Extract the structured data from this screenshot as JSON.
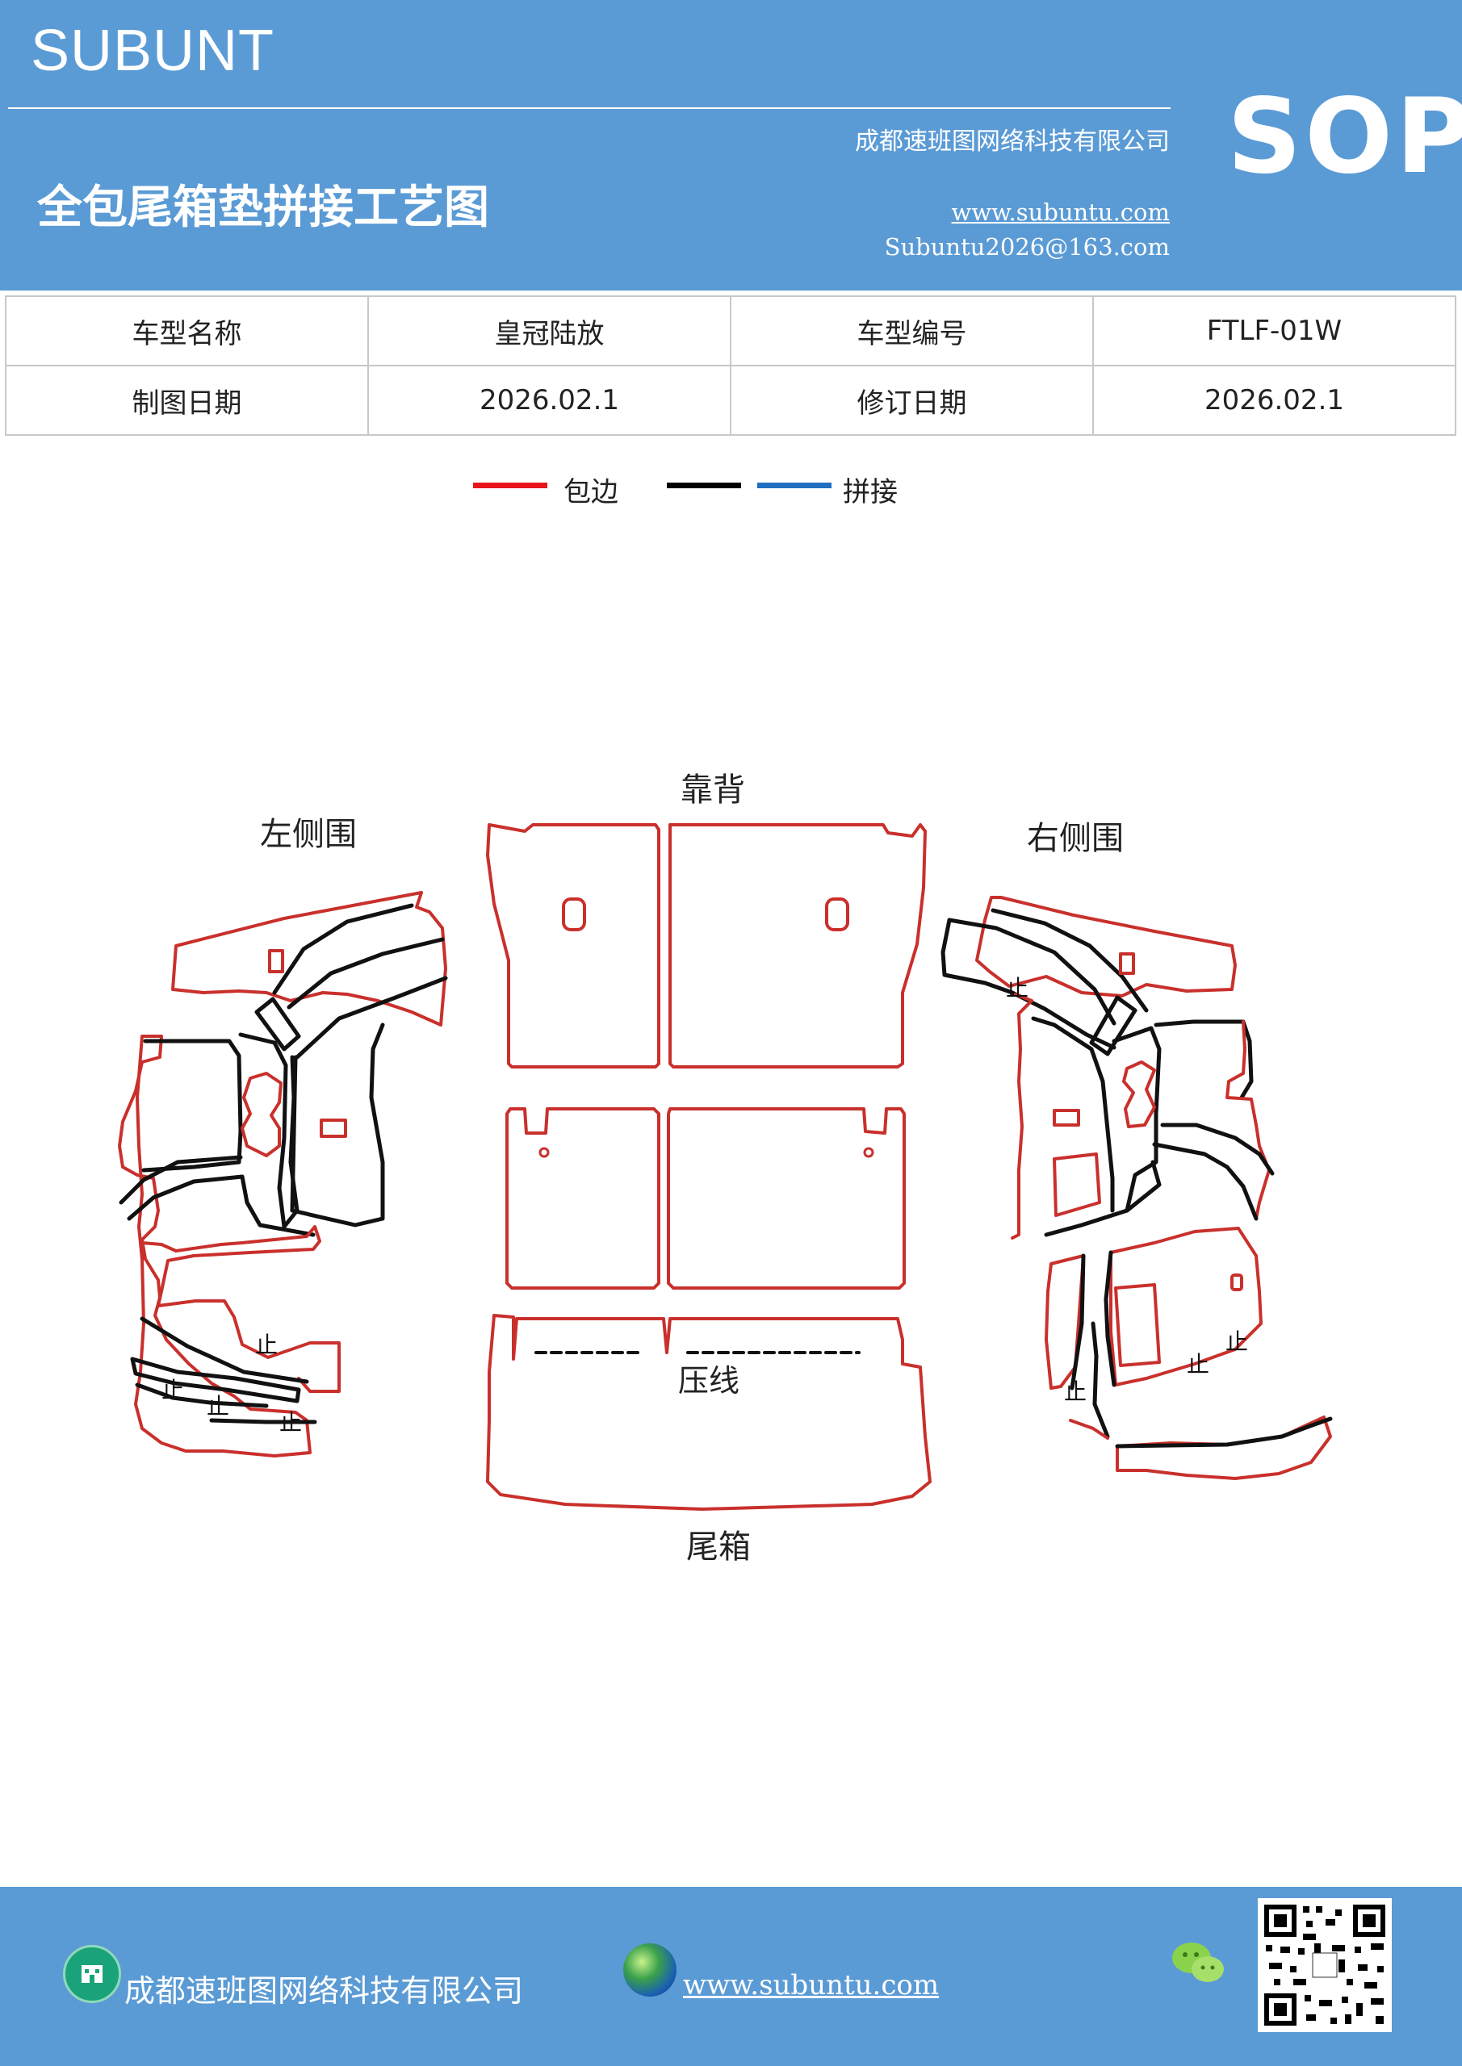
{
  "header": {
    "brand": "SUBUNT",
    "company": "成都速班图网络科技有限公司",
    "title": "全包尾箱垫拼接工艺图",
    "website": "www.subuntu.com",
    "email": "Subuntu2026@163.com",
    "badge": "SOP"
  },
  "info_table": {
    "rows": [
      [
        "车型名称",
        "皇冠陆放",
        "车型编号",
        "FTLF-01W"
      ],
      [
        "制图日期",
        "2026.02.1",
        "修订日期",
        "2026.02.1"
      ]
    ]
  },
  "legend": {
    "items": [
      {
        "label": "包边",
        "colors": [
          "#e8141c"
        ]
      },
      {
        "label": "拼接",
        "colors": [
          "#000000",
          "#1f6fc0"
        ]
      }
    ]
  },
  "diagram": {
    "labels": {
      "left": "左侧围",
      "back": "靠背",
      "right": "右侧围",
      "press": "压线",
      "trunk": "尾箱",
      "stop": "止"
    },
    "colors": {
      "edge": "#c9302c",
      "seam": "#111111"
    }
  },
  "footer": {
    "company": "成都速班图网络科技有限公司",
    "website": "www.subuntu.com",
    "house_icon": "building-icon",
    "globe_icon": "globe-icon",
    "wechat_icon": "wechat-icon"
  }
}
